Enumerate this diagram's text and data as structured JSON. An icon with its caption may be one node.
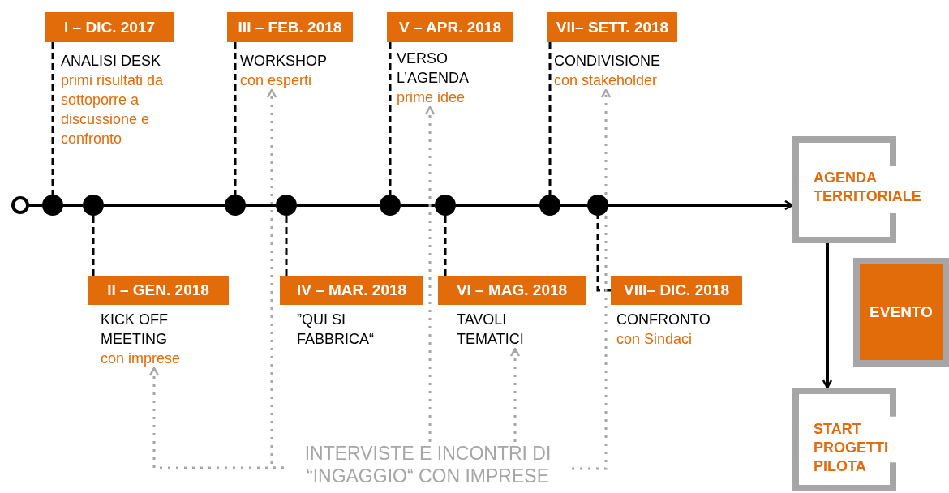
{
  "diagram": {
    "nodes": [
      {
        "text": [],
        "shape": "circle"
      },
      {
        "text": [
          "I – DIC. 2017"
        ]
      },
      {
        "text": [
          "ANALISI DESK",
          "primi risultati da sottoporre a discussione e confronto"
        ]
      },
      {
        "text": [],
        "shape": "circle"
      },
      {
        "text": [
          "II – GEN. 2018"
        ]
      },
      {
        "text": [
          "KICK OFF MEETING",
          "con imprese"
        ]
      },
      {
        "text": [],
        "shape": "circle"
      },
      {
        "text": [
          "III – FEB. 2018"
        ]
      },
      {
        "text": [
          "WORKSHOP",
          "con esperti"
        ]
      },
      {
        "text": [],
        "shape": "circle"
      },
      {
        "text": [
          "IV – MAR. 2018"
        ]
      },
      {
        "text": [
          "”QUI SI FABBRICA“"
        ]
      },
      {
        "text": [],
        "shape": "circle"
      },
      {
        "text": [
          "V – APR. 2018"
        ]
      },
      {
        "text": [
          "VERSO L’AGENDA",
          "prime idee"
        ]
      },
      {
        "text": [],
        "shape": "circle"
      },
      {
        "text": [
          "VI – MAG. 2018"
        ]
      },
      {
        "text": [
          "TAVOLI TEMATICI"
        ]
      },
      {
        "text": [],
        "shape": "circle"
      },
      {
        "text": [
          "VII– SETT. 2018"
        ]
      },
      {
        "text": [
          "CONDIVISIONE",
          "con stakeholder"
        ]
      },
      {
        "text": [],
        "shape": "circle"
      },
      {
        "text": [
          "VIII– DIC. 2018"
        ]
      },
      {
        "text": [
          "CONFRONTO",
          "con Sindaci"
        ]
      },
      {
        "text": [],
        "shape": "circle"
      },
      {
        "text": [
          "AGENDA TERRITORIALE"
        ]
      },
      {
        "text": [
          "EVENTO"
        ]
      },
      {
        "text": [
          "START PROGETTI PILOTA"
        ]
      },
      {
        "text": [
          "INTERVISTE E INCONTRI DI “INGAGGIO“ CON IMPRESE"
        ]
      }
    ],
    "edges": [
      {
        "from": 0,
        "to": 3,
        "arrow": "none"
      },
      {
        "from": 3,
        "to": 6,
        "arrow": "none"
      },
      {
        "from": 6,
        "to": 9,
        "arrow": "none"
      },
      {
        "from": 9,
        "to": 12,
        "arrow": "none"
      },
      {
        "from": 12,
        "to": 15,
        "arrow": "none"
      },
      {
        "from": 15,
        "to": 18,
        "arrow": "none"
      },
      {
        "from": 18,
        "to": 21,
        "arrow": "none"
      },
      {
        "from": 21,
        "to": 24,
        "arrow": "none"
      },
      {
        "from": 24,
        "to": 25,
        "arrow": "to"
      },
      {
        "from": 1,
        "to": 3,
        "arrow": "none",
        "style": "dashed"
      },
      {
        "from": 4,
        "to": 6,
        "arrow": "none",
        "style": "dashed"
      },
      {
        "from": 7,
        "to": 9,
        "arrow": "none",
        "style": "dashed"
      },
      {
        "from": 10,
        "to": 12,
        "arrow": "none",
        "style": "dashed"
      },
      {
        "from": 13,
        "to": 15,
        "arrow": "none",
        "style": "dashed"
      },
      {
        "from": 16,
        "to": 18,
        "arrow": "none",
        "style": "dashed"
      },
      {
        "from": 19,
        "to": 21,
        "arrow": "none",
        "style": "dashed"
      },
      {
        "from": 22,
        "to": 24,
        "arrow": "none",
        "style": "dashed"
      },
      {
        "from": 25,
        "to": 27,
        "arrow": "to"
      },
      {
        "from": 28,
        "to": 5,
        "arrow": "to",
        "style": "dashed",
        "color": "#a6a6a6"
      },
      {
        "from": 28,
        "to": 8,
        "arrow": "to",
        "style": "dashed",
        "color": "#a6a6a6"
      },
      {
        "from": 28,
        "to": 14,
        "arrow": "to",
        "style": "dashed",
        "color": "#a6a6a6"
      },
      {
        "from": 28,
        "to": 17,
        "arrow": "to",
        "style": "dashed",
        "color": "#a6a6a6"
      },
      {
        "from": 28,
        "to": 20,
        "arrow": "to",
        "style": "dashed",
        "color": "#a6a6a6"
      }
    ]
  }
}
